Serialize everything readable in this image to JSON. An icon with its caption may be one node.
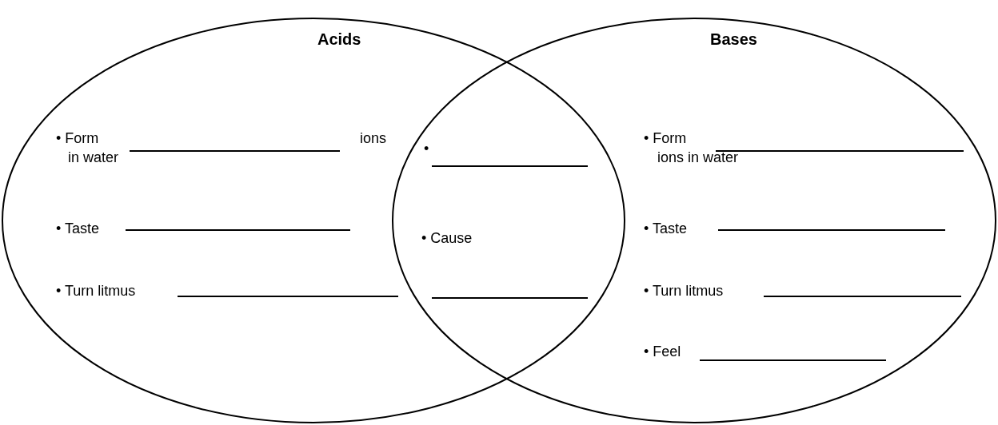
{
  "diagram": {
    "nodes": [
      {
        "text": [
          "Acids"
        ]
      },
      {
        "text": [
          "Bases"
        ]
      }
    ],
    "edges": [],
    "labels": [
      "• Form",
      "ions",
      "in water",
      "• Taste",
      "• Turn litmus",
      "•",
      "• Cause",
      "• Form",
      "ions in water",
      "• Taste",
      "• Turn litmus",
      "• Feel"
    ]
  }
}
